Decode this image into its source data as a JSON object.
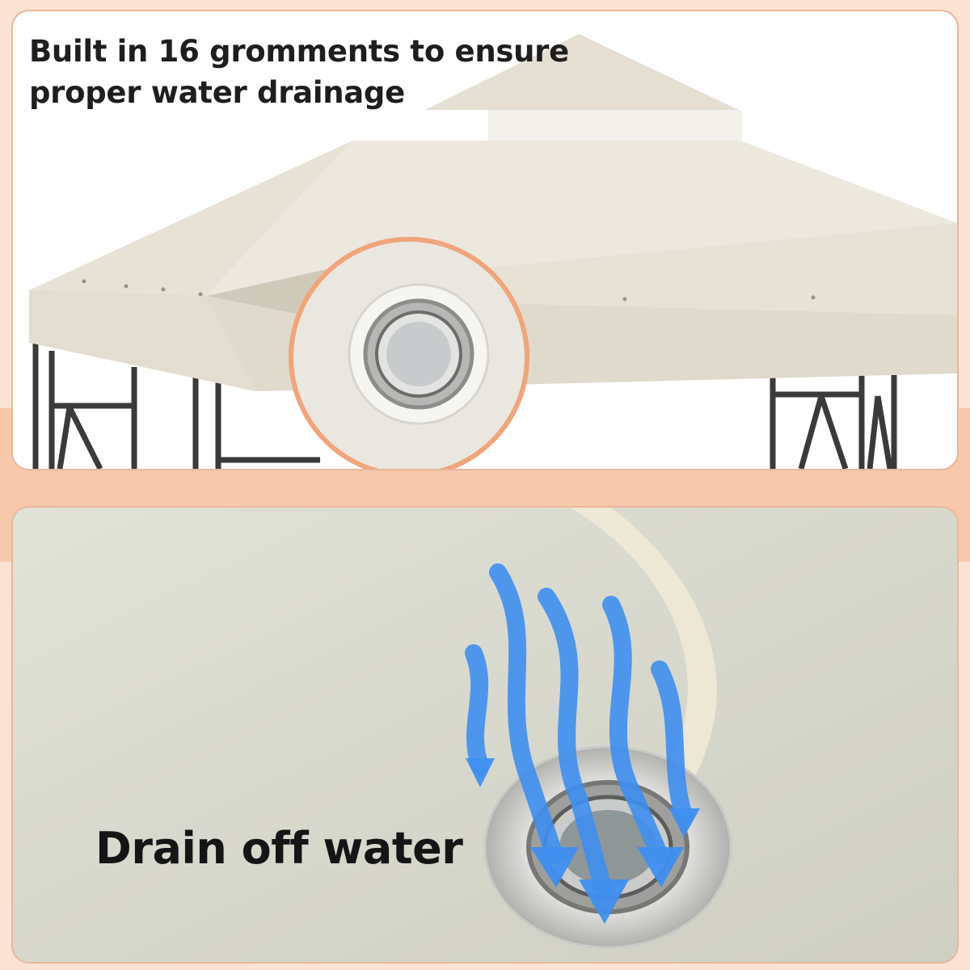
{
  "top_panel": {
    "headline_line1": "Built in 16 gromments to ensure",
    "headline_line2": "proper water drainage"
  },
  "bottom_panel": {
    "label": "Drain off water"
  },
  "colors": {
    "canopy_beige": "#e7e2d5",
    "accent_orange": "#f7c8ab",
    "panel_border": "#e9b79b",
    "water_blue": "#3f8ff0",
    "frame_gray": "#3a3a3a"
  }
}
